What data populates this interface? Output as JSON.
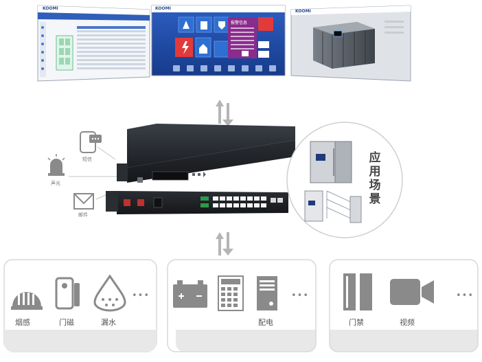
{
  "scenario_label": "应用场景",
  "notify_labels": {
    "sms": "短信",
    "sound_light": "声光",
    "email": "邮件"
  },
  "screen_titles": {
    "middle_alarm": "报警信息"
  },
  "logo_text": "KOOMI",
  "sensor_groups": [
    {
      "items": [
        {
          "label": "烟感",
          "icon": "smoke-detector"
        },
        {
          "label": "门磁",
          "icon": "door-sensor"
        },
        {
          "label": "漏水",
          "icon": "water-leak"
        }
      ],
      "caption": ""
    },
    {
      "items": [
        {
          "label": "",
          "icon": "battery"
        },
        {
          "label": "",
          "icon": "ac-panel"
        },
        {
          "label": "配电",
          "icon": "power-distribution"
        }
      ],
      "caption": ""
    },
    {
      "items": [
        {
          "label": "门禁",
          "icon": "access-control"
        },
        {
          "label": "视频",
          "icon": "video-camera"
        }
      ],
      "caption": ""
    }
  ],
  "more_glyph": "•••",
  "colors": {
    "screen_blue": "#1e4aa8",
    "tile_blue": "#2f6fd1",
    "tile_red": "#e23a3a",
    "tile_purple": "#8a2c8c",
    "device_dark": "#23262b",
    "icon_gray": "#8a8a8a",
    "group_border": "#d8d8d8"
  }
}
